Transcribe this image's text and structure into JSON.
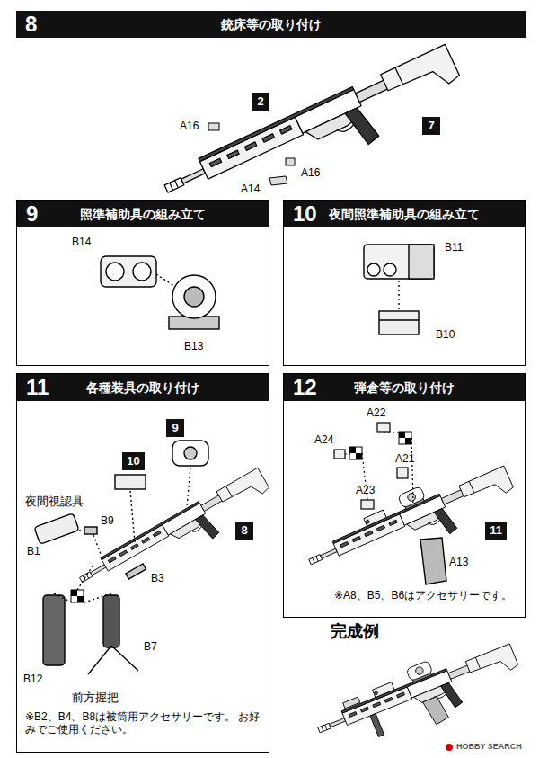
{
  "diagram": {
    "nodes": [
      {
        "text": [
          "8",
          "銃床等の取り付け"
        ]
      },
      {
        "text": [
          "2"
        ],
        "in": 0
      },
      {
        "text": [
          "7"
        ],
        "in": 0
      },
      {
        "text": [
          "9",
          "照準補助具の組み立て"
        ]
      },
      {
        "text": [
          "10",
          "夜間照準補助具の組み立て"
        ]
      },
      {
        "text": [
          "11",
          "各種装具の取り付け"
        ]
      },
      {
        "text": [
          "9"
        ],
        "in": 5
      },
      {
        "text": [
          "10"
        ],
        "in": 5
      },
      {
        "text": [
          "8"
        ],
        "in": 5
      },
      {
        "text": [
          "12",
          "弾倉等の取り付け"
        ]
      },
      {
        "text": [
          "11"
        ],
        "in": 9
      }
    ],
    "labels": [
      "A16",
      "A16",
      "A14",
      "B14",
      "B13",
      "B11",
      "B10",
      "夜間視認具",
      "B9",
      "B1",
      "B3",
      "B12",
      "B7",
      "前方握把",
      "※B2、B4、B8は被筒用アクセサリーです。 お好みでご使用ください。",
      "A22",
      "A24",
      "A21",
      "A23",
      "A13",
      "※A8、B5、B6はアクセサリーです。",
      "完成例",
      "HOBBY SEARCH"
    ]
  }
}
